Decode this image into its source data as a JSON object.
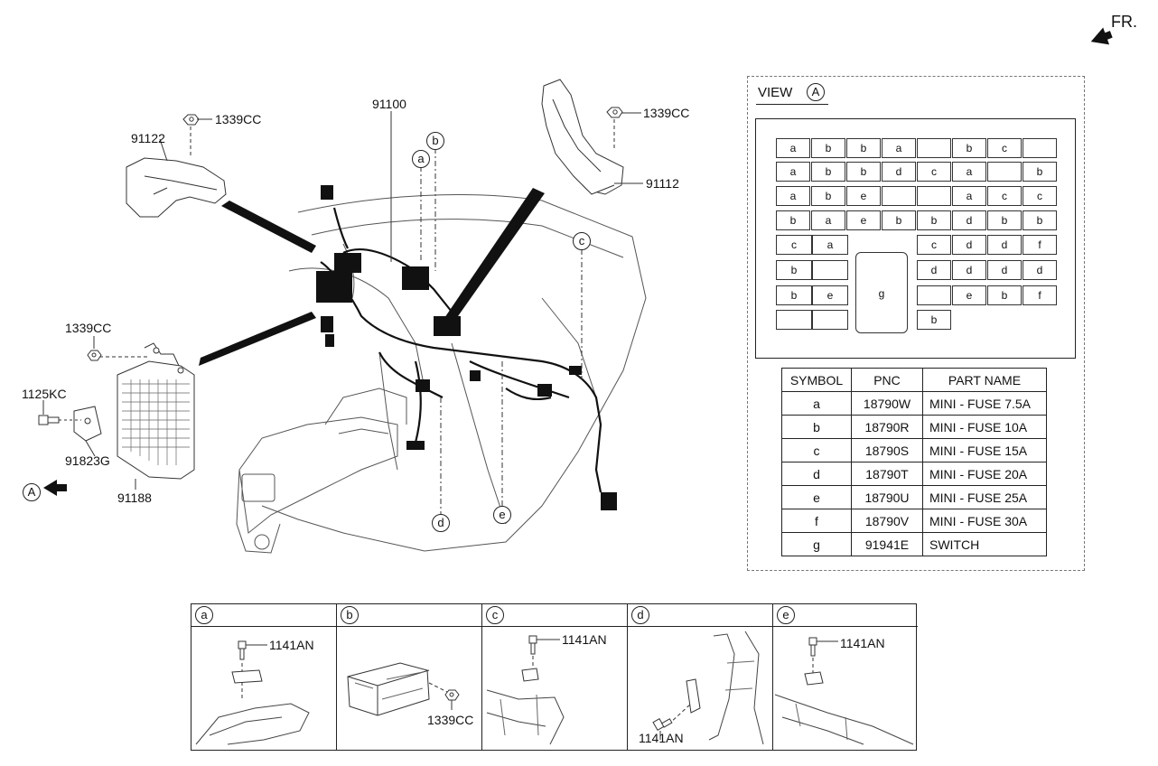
{
  "front_label": "FR.",
  "main_view": {
    "labels": {
      "p91122": "91122",
      "p1339cc_left_top": "1339CC",
      "p91100": "91100",
      "p1339cc_right_top": "1339CC",
      "p91112": "91112",
      "p1339cc_mid_left": "1339CC",
      "p1125kc": "1125KC",
      "p91823g": "91823G",
      "p91188": "91188"
    },
    "callouts": {
      "a": "a",
      "b": "b",
      "c": "c",
      "d": "d",
      "e": "e",
      "view_a": "A"
    }
  },
  "view_a": {
    "title": "VIEW",
    "title_circle": "A",
    "fuse_rows": [
      [
        "a",
        "b",
        "b",
        "a",
        "",
        "b",
        "c",
        ""
      ],
      [
        "a",
        "b",
        "b",
        "d",
        "c",
        "a",
        "",
        "b"
      ],
      [
        "a",
        "b",
        "e",
        "",
        "",
        "a",
        "c",
        "c"
      ],
      [
        "b",
        "a",
        "e",
        "b",
        "b",
        "d",
        "b",
        "b"
      ]
    ],
    "left_block": [
      [
        "c",
        "a"
      ],
      [
        "b",
        ""
      ],
      [
        "b",
        "e"
      ],
      [
        "",
        ""
      ]
    ],
    "right_block": [
      [
        "c",
        "d",
        "d",
        "f"
      ],
      [
        "d",
        "d",
        "d",
        "d"
      ],
      [
        "",
        "e",
        "b",
        "f"
      ],
      [
        "b"
      ]
    ],
    "switch_label": "g",
    "table_headers": [
      "SYMBOL",
      "PNC",
      "PART NAME"
    ],
    "table_rows": [
      {
        "symbol": "a",
        "pnc": "18790W",
        "name": "MINI - FUSE 7.5A"
      },
      {
        "symbol": "b",
        "pnc": "18790R",
        "name": "MINI - FUSE 10A"
      },
      {
        "symbol": "c",
        "pnc": "18790S",
        "name": "MINI - FUSE 15A"
      },
      {
        "symbol": "d",
        "pnc": "18790T",
        "name": "MINI - FUSE 20A"
      },
      {
        "symbol": "e",
        "pnc": "18790U",
        "name": "MINI - FUSE 25A"
      },
      {
        "symbol": "f",
        "pnc": "18790V",
        "name": "MINI - FUSE 30A"
      },
      {
        "symbol": "g",
        "pnc": "91941E",
        "name": "SWITCH"
      }
    ]
  },
  "detail_panels": [
    {
      "circle": "a",
      "part": "1141AN"
    },
    {
      "circle": "b",
      "part": "1339CC"
    },
    {
      "circle": "c",
      "part": "1141AN"
    },
    {
      "circle": "d",
      "part": "1141AN"
    },
    {
      "circle": "e",
      "part": "1141AN"
    }
  ]
}
